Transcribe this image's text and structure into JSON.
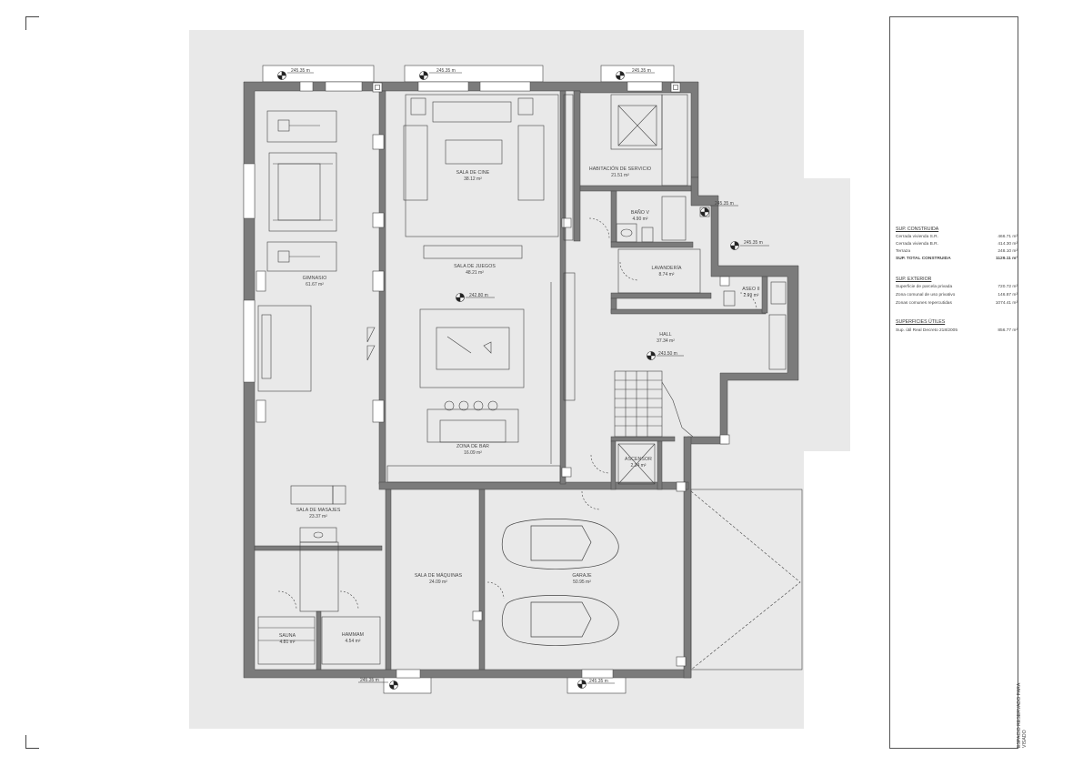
{
  "sheet": {
    "stamp_label": "ESPACIO RESERVADO PARA VISADO"
  },
  "surfaces": {
    "construida": {
      "title": "SUP. CONSTRUIDA",
      "rows": [
        {
          "label": "Cerrada vivienda S.R.",
          "value": "466.71 m²",
          "bold": false
        },
        {
          "label": "Cerrada vivienda B.R.",
          "value": "414.30 m²",
          "bold": false
        },
        {
          "label": "Terraza",
          "value": "248.10 m²",
          "bold": false
        },
        {
          "label": "SUP. TOTAL CONSTRUIDA",
          "value": "1129.11 m²",
          "bold": true
        }
      ]
    },
    "exterior": {
      "title": "SUP. EXTERIOR",
      "rows": [
        {
          "label": "Superficie de parcela privada",
          "value": "720.72 m²",
          "bold": false
        },
        {
          "label": "Zona comunal de uso privativo",
          "value": "146.87 m²",
          "bold": false
        },
        {
          "label": "Zonas comunes repercutidas",
          "value": "1074.41 m²",
          "bold": false
        }
      ]
    },
    "utiles": {
      "title": "SUPERFICIES ÚTILES",
      "rows": [
        {
          "label": "Sup. útil Real Decreto 218/2005",
          "value": "856.77 m²",
          "bold": false
        }
      ]
    }
  },
  "rooms": [
    {
      "key": "gimnasio",
      "name": "GIMNASIO",
      "area": "61.67 m²"
    },
    {
      "key": "sala-de-cine",
      "name": "SALA DE CINE",
      "area": "38.12 m²"
    },
    {
      "key": "sala-de-juegos",
      "name": "SALA DE JUEGOS",
      "area": "48.21 m²"
    },
    {
      "key": "zona-de-bar",
      "name": "ZONA DE BAR",
      "area": "16.09 m²"
    },
    {
      "key": "habitacion-de-servicio",
      "name": "HABITACIÓN DE SERVICIO",
      "area": "21.51 m²"
    },
    {
      "key": "bano-v",
      "name": "BAÑO V",
      "area": "4.90 m²"
    },
    {
      "key": "lavanderia",
      "name": "LAVANDERÍA",
      "area": "8.74 m²"
    },
    {
      "key": "aseo-ii",
      "name": "ASEO II",
      "area": "2.99 m²"
    },
    {
      "key": "hall",
      "name": "HALL",
      "area": "37.34 m²"
    },
    {
      "key": "ascensor",
      "name": "ASCENSOR",
      "area": "2.34 m²"
    },
    {
      "key": "sala-de-masajes",
      "name": "SALA DE MASAJES",
      "area": "23.37 m²"
    },
    {
      "key": "sala-de-maquinas",
      "name": "SALA DE MÁQUINAS",
      "area": "24.09 m²"
    },
    {
      "key": "garaje",
      "name": "GARAJE",
      "area": "50.95 m²"
    },
    {
      "key": "sauna",
      "name": "SAUNA",
      "area": "4.81 m²"
    },
    {
      "key": "hammam",
      "name": "HAMMAM",
      "area": "4.54 m²"
    }
  ],
  "levels": [
    {
      "key": "patio-1",
      "value": "245.35 m"
    },
    {
      "key": "patio-2",
      "value": "245.35 m"
    },
    {
      "key": "patio-3",
      "value": "245.35 m"
    },
    {
      "key": "patio-4",
      "value": "245.35 m"
    },
    {
      "key": "patio-5",
      "value": "245.35 m"
    },
    {
      "key": "patio-6",
      "value": "245.35 m"
    },
    {
      "key": "patio-7",
      "value": "245.35 m"
    },
    {
      "key": "juegos",
      "value": "242.80 m"
    },
    {
      "key": "hall",
      "value": "243.50 m"
    }
  ],
  "colors": {
    "wall": "#7b7b7b",
    "site": "#e9e9e9",
    "line": "#444444"
  }
}
